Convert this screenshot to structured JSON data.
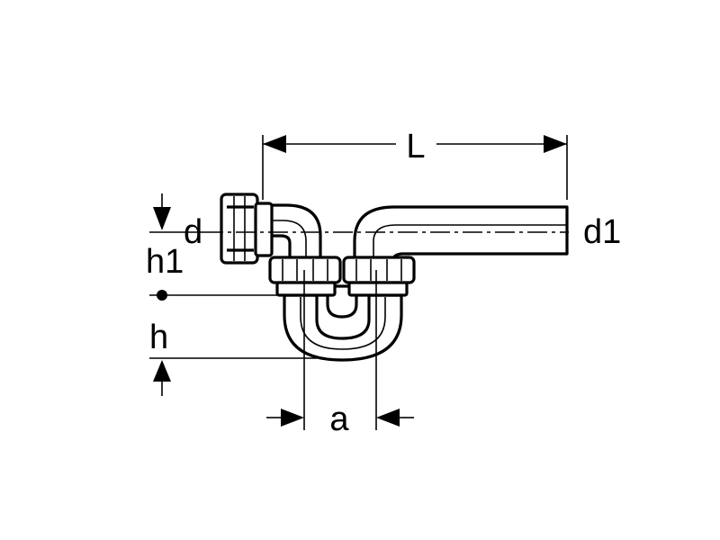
{
  "labels": {
    "L": "L",
    "d": "d",
    "d1": "d1",
    "h1": "h1",
    "h": "h",
    "a": "a"
  }
}
